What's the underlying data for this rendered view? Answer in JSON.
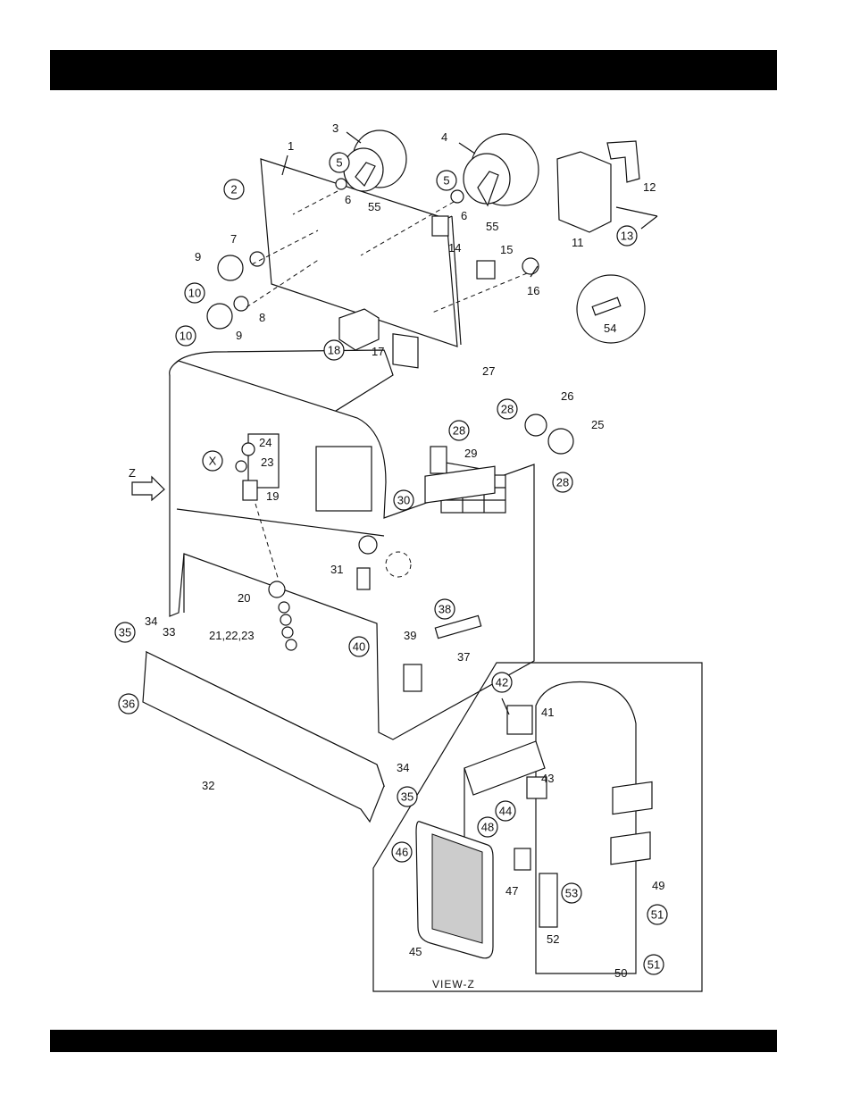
{
  "diagram": {
    "view_label": "VIEW-Z",
    "callouts_plain": [
      {
        "id": "c1",
        "text": "1"
      },
      {
        "id": "c3",
        "text": "3"
      },
      {
        "id": "c4",
        "text": "4"
      },
      {
        "id": "c6a",
        "text": "6"
      },
      {
        "id": "c6b",
        "text": "6"
      },
      {
        "id": "c7",
        "text": "7"
      },
      {
        "id": "c8",
        "text": "8"
      },
      {
        "id": "c9a",
        "text": "9"
      },
      {
        "id": "c9b",
        "text": "9"
      },
      {
        "id": "c11",
        "text": "11"
      },
      {
        "id": "c12",
        "text": "12"
      },
      {
        "id": "c14",
        "text": "14"
      },
      {
        "id": "c15",
        "text": "15"
      },
      {
        "id": "c16",
        "text": "16"
      },
      {
        "id": "c17",
        "text": "17"
      },
      {
        "id": "c19",
        "text": "19"
      },
      {
        "id": "c20",
        "text": "20"
      },
      {
        "id": "c2122",
        "text": "21,22,23"
      },
      {
        "id": "c23",
        "text": "23"
      },
      {
        "id": "c24",
        "text": "24"
      },
      {
        "id": "c25",
        "text": "25"
      },
      {
        "id": "c26",
        "text": "26"
      },
      {
        "id": "c27",
        "text": "27"
      },
      {
        "id": "c29",
        "text": "29"
      },
      {
        "id": "c31",
        "text": "31"
      },
      {
        "id": "c32",
        "text": "32"
      },
      {
        "id": "c33",
        "text": "33"
      },
      {
        "id": "c34a",
        "text": "34"
      },
      {
        "id": "c34b",
        "text": "34"
      },
      {
        "id": "c37",
        "text": "37"
      },
      {
        "id": "c39",
        "text": "39"
      },
      {
        "id": "c41",
        "text": "41"
      },
      {
        "id": "c43",
        "text": "43"
      },
      {
        "id": "c45",
        "text": "45"
      },
      {
        "id": "c47",
        "text": "47"
      },
      {
        "id": "c49",
        "text": "49"
      },
      {
        "id": "c50",
        "text": "50"
      },
      {
        "id": "c52",
        "text": "52"
      },
      {
        "id": "c54",
        "text": "54"
      },
      {
        "id": "c55a",
        "text": "55"
      },
      {
        "id": "c55b",
        "text": "55"
      },
      {
        "id": "cZ",
        "text": "Z"
      }
    ],
    "callouts_circled": [
      {
        "id": "k2",
        "text": "2"
      },
      {
        "id": "k5a",
        "text": "5"
      },
      {
        "id": "k5b",
        "text": "5"
      },
      {
        "id": "k10a",
        "text": "10"
      },
      {
        "id": "k10b",
        "text": "10"
      },
      {
        "id": "k13",
        "text": "13"
      },
      {
        "id": "k18",
        "text": "18"
      },
      {
        "id": "kX",
        "text": "X"
      },
      {
        "id": "k28a",
        "text": "28"
      },
      {
        "id": "k28b",
        "text": "28"
      },
      {
        "id": "k28c",
        "text": "28"
      },
      {
        "id": "k30",
        "text": "30"
      },
      {
        "id": "k35a",
        "text": "35"
      },
      {
        "id": "k35b",
        "text": "35"
      },
      {
        "id": "k36",
        "text": "36"
      },
      {
        "id": "k38",
        "text": "38"
      },
      {
        "id": "k40",
        "text": "40"
      },
      {
        "id": "k42",
        "text": "42"
      },
      {
        "id": "k44",
        "text": "44"
      },
      {
        "id": "k46",
        "text": "46"
      },
      {
        "id": "k48",
        "text": "48"
      },
      {
        "id": "k51a",
        "text": "51"
      },
      {
        "id": "k51b",
        "text": "51"
      },
      {
        "id": "k53",
        "text": "53"
      }
    ]
  }
}
